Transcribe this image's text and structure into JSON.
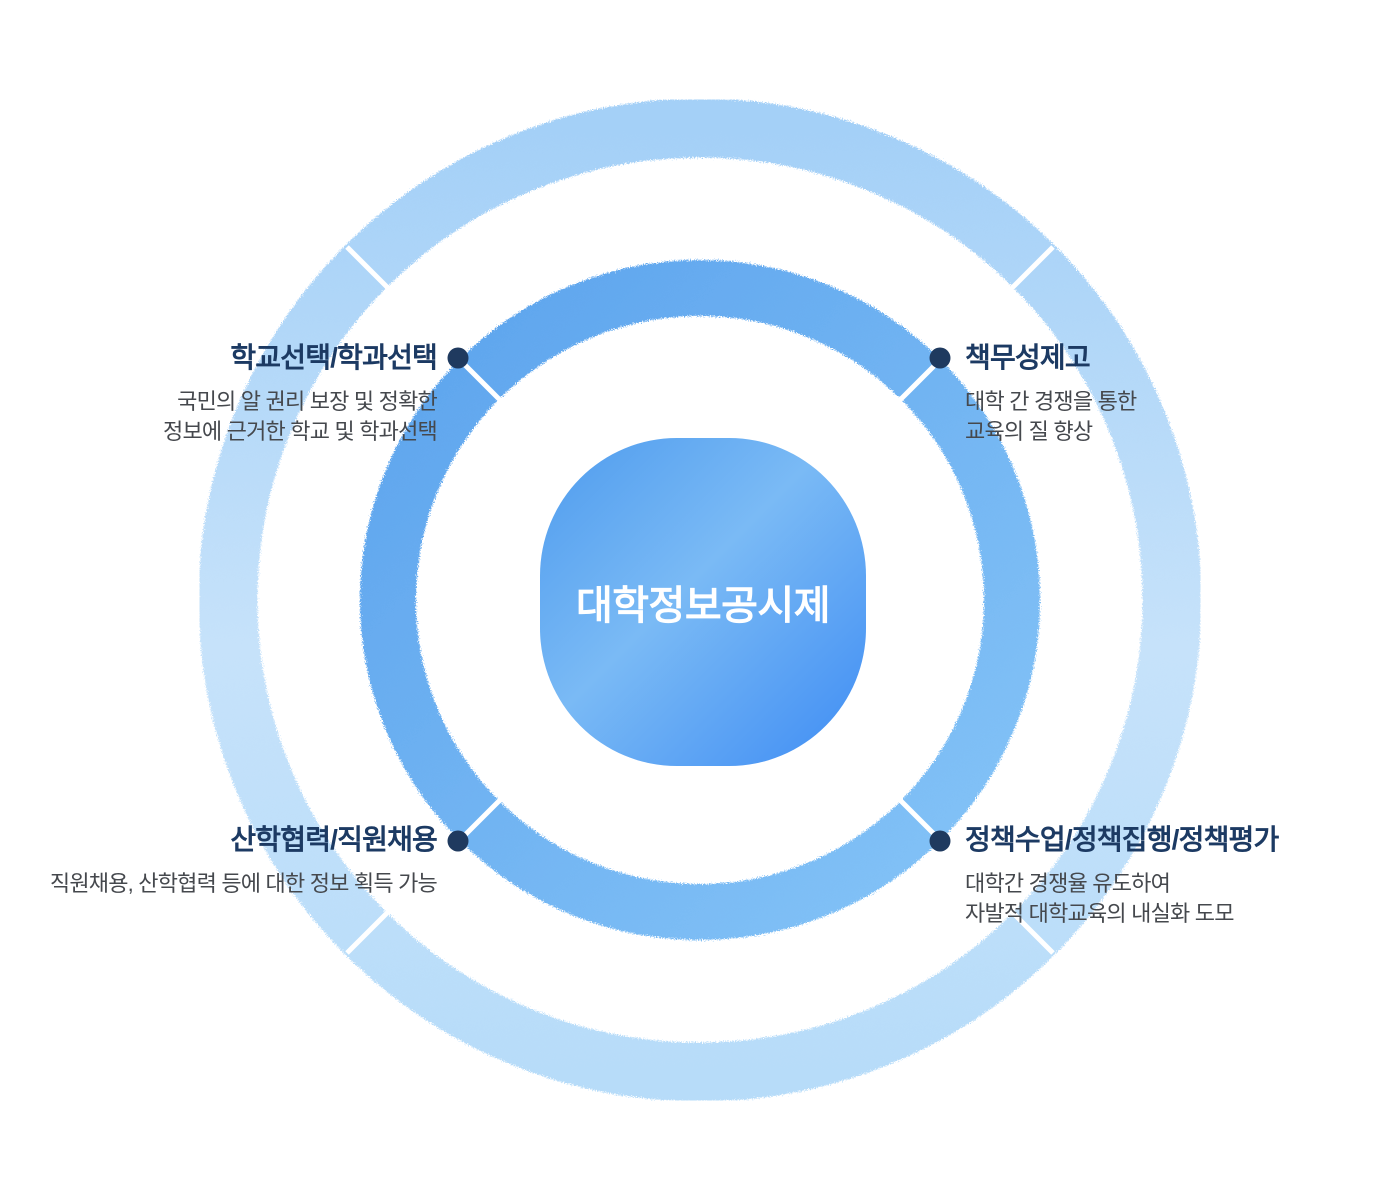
{
  "center": {
    "label": "대학정보공시제"
  },
  "nodes": [
    {
      "id": "school-choice",
      "position": "top-left",
      "title": "학교선택/학과선택",
      "desc_lines": [
        "국민의 알 권리 보장 및 정확한",
        "정보에 근거한 학교 및 학과선택"
      ]
    },
    {
      "id": "accountability",
      "position": "top-right",
      "title": "책무성제고",
      "desc_lines": [
        "대학 간 경쟁을 통한",
        "교육의 질 향상"
      ]
    },
    {
      "id": "industry-cooperation",
      "position": "bottom-left",
      "title": "산학협력/직원채용",
      "desc_lines": [
        "직원채용, 산학협력 등에 대한 정보 획득 가능"
      ]
    },
    {
      "id": "policy",
      "position": "bottom-right",
      "title": "정책수업/정책집행/정책평가",
      "desc_lines": [
        "대학간 경쟁율 유도하여",
        "자발적 대학교육의 내실화 도모"
      ]
    }
  ],
  "colors": {
    "background": "#FFFFFF",
    "outer_ring_start": "#A4D0F7",
    "outer_ring_mid": "#C6E2FA",
    "outer_ring_end": "#B7DCF9",
    "middle_ring_start": "#5CA3ED",
    "middle_ring_end": "#85C4F7",
    "center_gradient": [
      "#4E9BEE",
      "#7ABAF5",
      "#3E8CF3"
    ],
    "center_text": "#FFFFFF",
    "title_text": "#1C3A63",
    "desc_text": "#45484D",
    "dot": "#1F3A5F",
    "line": "#FFFFFF"
  }
}
